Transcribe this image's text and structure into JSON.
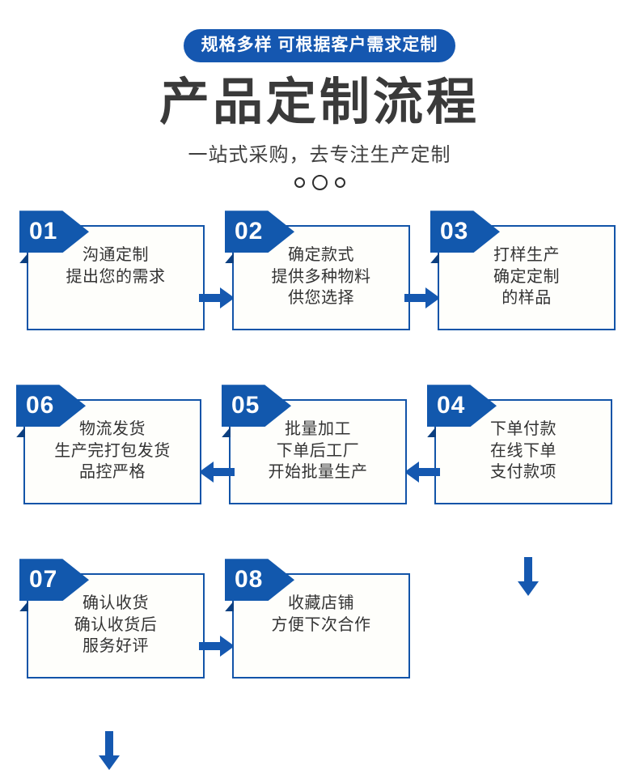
{
  "header": {
    "badge": "规格多样 可根据客户需求定制",
    "title": "产品定制流程",
    "subtitle": "一站式采购，去专注生产定制",
    "decor_dots": [
      "small",
      "large",
      "small"
    ]
  },
  "colors": {
    "brand_blue": "#1258ad",
    "badge_fold": "#0c3f80",
    "card_border": "#1254a8",
    "arrow_blue": "#1558b0",
    "title_gray": "#3a3a3a",
    "card_bg": "#fefefb"
  },
  "steps": [
    {
      "number": "01",
      "lines": [
        "沟通定制",
        "提出您的需求"
      ]
    },
    {
      "number": "02",
      "lines": [
        "确定款式",
        "提供多种物料",
        "供您选择"
      ]
    },
    {
      "number": "03",
      "lines": [
        "打样生产",
        "确定定制",
        "的样品"
      ]
    },
    {
      "number": "04",
      "lines": [
        "下单付款",
        "在线下单",
        "支付款项"
      ]
    },
    {
      "number": "05",
      "lines": [
        "批量加工",
        "下单后工厂",
        "开始批量生产"
      ]
    },
    {
      "number": "06",
      "lines": [
        "物流发货",
        "生产完打包发货",
        "品控严格"
      ]
    },
    {
      "number": "07",
      "lines": [
        "确认收货",
        "确认收货后",
        "服务好评"
      ]
    },
    {
      "number": "08",
      "lines": [
        "收藏店铺",
        "方便下次合作"
      ]
    }
  ],
  "connectors": [
    {
      "id": "c1",
      "from": "01",
      "to": "02",
      "direction": "right"
    },
    {
      "id": "c2",
      "from": "02",
      "to": "03",
      "direction": "right"
    },
    {
      "id": "c3",
      "from": "03",
      "to": "04",
      "direction": "down"
    },
    {
      "id": "c4",
      "from": "04",
      "to": "05",
      "direction": "left"
    },
    {
      "id": "c5",
      "from": "05",
      "to": "06",
      "direction": "left"
    },
    {
      "id": "c6",
      "from": "06",
      "to": "07",
      "direction": "down"
    },
    {
      "id": "c7",
      "from": "07",
      "to": "08",
      "direction": "right"
    }
  ]
}
